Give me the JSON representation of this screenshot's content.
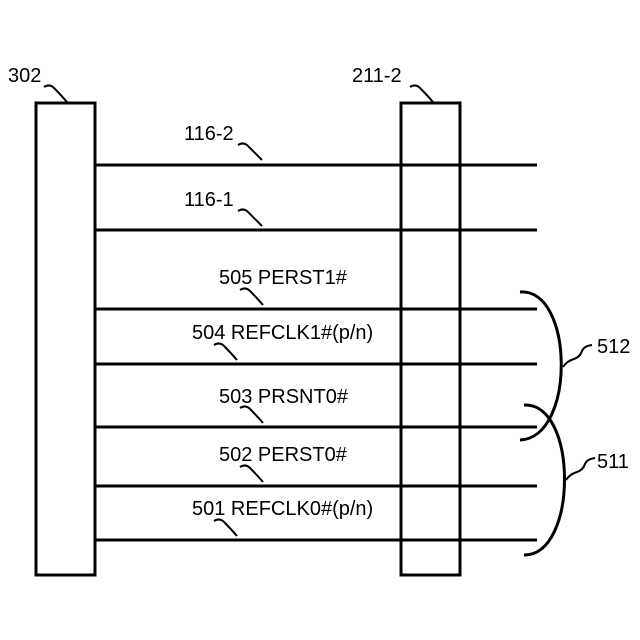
{
  "blocks": {
    "left": {
      "label": "302"
    },
    "right": {
      "label": "211-2"
    }
  },
  "signals": [
    {
      "label": "116-2"
    },
    {
      "label": "116-1"
    },
    {
      "label": "505 PERST1#"
    },
    {
      "label": "504 REFCLK1#(p/n)"
    },
    {
      "label": "503 PRSNT0#"
    },
    {
      "label": "502 PERST0#"
    },
    {
      "label": "501 REFCLK0#(p/n)"
    }
  ],
  "groups": [
    {
      "label": "512"
    },
    {
      "label": "511"
    }
  ]
}
